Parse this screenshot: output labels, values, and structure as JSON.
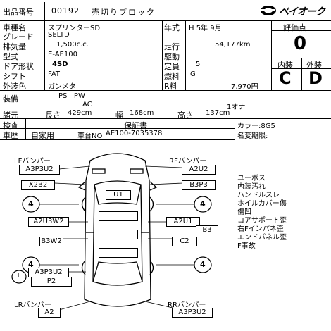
{
  "header": {
    "lot_label": "出品番号",
    "lot_number": "00192",
    "sale_type": "売切りブロック",
    "logo_text": "ベイオーク"
  },
  "specs": {
    "model_label": "車種名",
    "model_value": "スプリンターSD",
    "year_label": "年式",
    "year_value": "H 5年 9月",
    "grade_label": "グレード",
    "grade_value": "SELTD",
    "mileage_label": "走行",
    "mileage_value": "54,177km",
    "displacement_label": "排気量",
    "displacement_value": "1,500c.c.",
    "drive_label": "駆動",
    "drive_value": "",
    "type_label": "型式",
    "type_value": "E-AE100",
    "capacity_label": "定員",
    "capacity_value": "5",
    "door_label": "ドア形状",
    "door_value": "4SD",
    "fuel_label": "燃料",
    "fuel_value": "G",
    "shift_label": "シフト",
    "shift_value": "FAT",
    "color_label": "外装色",
    "color_value": "ガンメタ",
    "recycle_label": "R料",
    "recycle_value": "7,970円"
  },
  "evaluation": {
    "title": "評価点",
    "score": "0",
    "interior_label": "内装",
    "exterior_label": "外装",
    "interior_grade": "C",
    "exterior_grade": "D"
  },
  "equipment": {
    "label": "装備",
    "items_row1": "PS   PW",
    "items_row2": "AC",
    "owner_flag": "1オナ"
  },
  "dims": {
    "label": "諸元",
    "length_label": "長さ",
    "length_value": "429cm",
    "width_label": "幅",
    "width_value": "168cm",
    "height_label": "高さ",
    "height_value": "137cm"
  },
  "inspection": {
    "label": "検査",
    "warranty_label": "保証書"
  },
  "history": {
    "label": "車歴",
    "use": "自家用",
    "chassis_label": "車台NO",
    "chassis_value": "AE100-7035378",
    "color_code": "カラー:8G5",
    "name_change_label": "名変期限:"
  },
  "diagram": {
    "lf_bumper": "LFバンパー",
    "lf_bumper_code": "A3P3U2",
    "rf_bumper": "RFバンパー",
    "rf_bumper_code": "A2U2",
    "lr_bumper": "LRバンパー",
    "lr_bumper_code": "A2",
    "rr_bumper": "RRバンパー",
    "rr_bumper_code": "A3P3U2",
    "lf_fender": "X2B2",
    "rf_fender": "B3P3",
    "hood": "U1",
    "lf_tire": "4",
    "rf_tire": "4",
    "lr_tire": "4",
    "rr_tire": "4",
    "left_front_door": "A2U3W2",
    "right_front_door": "A2U1",
    "right_front_door_extra": "B3",
    "left_rear_door": "B3W2",
    "right_rear_door": "C2",
    "left_quarter": "A3P3U2",
    "left_quarter_extra": "P2",
    "t_marker": "T"
  },
  "notes": [
    "ユーボス",
    "内装汚れ",
    "ハンドルスレ",
    "ホイルカバー傷",
    "傷凹",
    "コアサポート歪",
    "右Fインパネ歪",
    "エンドパネル歪",
    "F事故"
  ]
}
